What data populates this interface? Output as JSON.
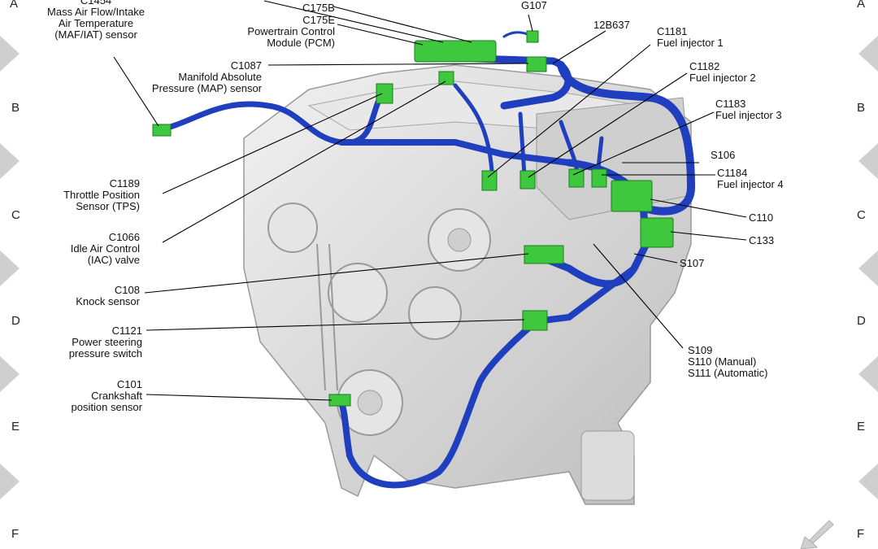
{
  "zones": [
    "A",
    "B",
    "C",
    "D",
    "E",
    "F"
  ],
  "labels": {
    "maf": {
      "id": "C1454",
      "lines": [
        "Mass Air Flow/Intake",
        "Air Temperature",
        "(MAF/IAT) sensor"
      ]
    },
    "c175b": {
      "id": "C175B"
    },
    "pcm": {
      "id": "C175E",
      "lines": [
        "Powertrain Control",
        "Module (PCM)"
      ]
    },
    "g107": {
      "id": "G107"
    },
    "b637": {
      "id": "12B637"
    },
    "map": {
      "id": "C1087",
      "lines": [
        "Manifold Absolute",
        "Pressure (MAP) sensor"
      ]
    },
    "inj1": {
      "id": "C1181",
      "lines": [
        "Fuel injector 1"
      ]
    },
    "inj2": {
      "id": "C1182",
      "lines": [
        "Fuel injector 2"
      ]
    },
    "inj3": {
      "id": "C1183",
      "lines": [
        "Fuel injector 3"
      ]
    },
    "s106": {
      "id": "S106"
    },
    "inj4": {
      "id": "C1184",
      "lines": [
        "Fuel injector 4"
      ]
    },
    "tps": {
      "id": "C1189",
      "lines": [
        "Throttle Position",
        "Sensor (TPS)"
      ]
    },
    "c110": {
      "id": "C110"
    },
    "c133": {
      "id": "C133"
    },
    "iac": {
      "id": "C1066",
      "lines": [
        "Idle Air Control",
        "(IAC) valve"
      ]
    },
    "s107": {
      "id": "S107"
    },
    "knock": {
      "id": "C108",
      "lines": [
        "Knock sensor"
      ]
    },
    "psps": {
      "id": "C1121",
      "lines": [
        "Power steering",
        "pressure switch"
      ]
    },
    "splice": {
      "lines": [
        "S109",
        "S110 (Manual)",
        "S111 (Automatic)"
      ]
    },
    "ckp": {
      "id": "C101",
      "lines": [
        "Crankshaft",
        "position sensor"
      ]
    }
  },
  "colors": {
    "harness": "#1f3fbf",
    "connector": "#3ec83e",
    "engine": "#d9d9d9"
  }
}
